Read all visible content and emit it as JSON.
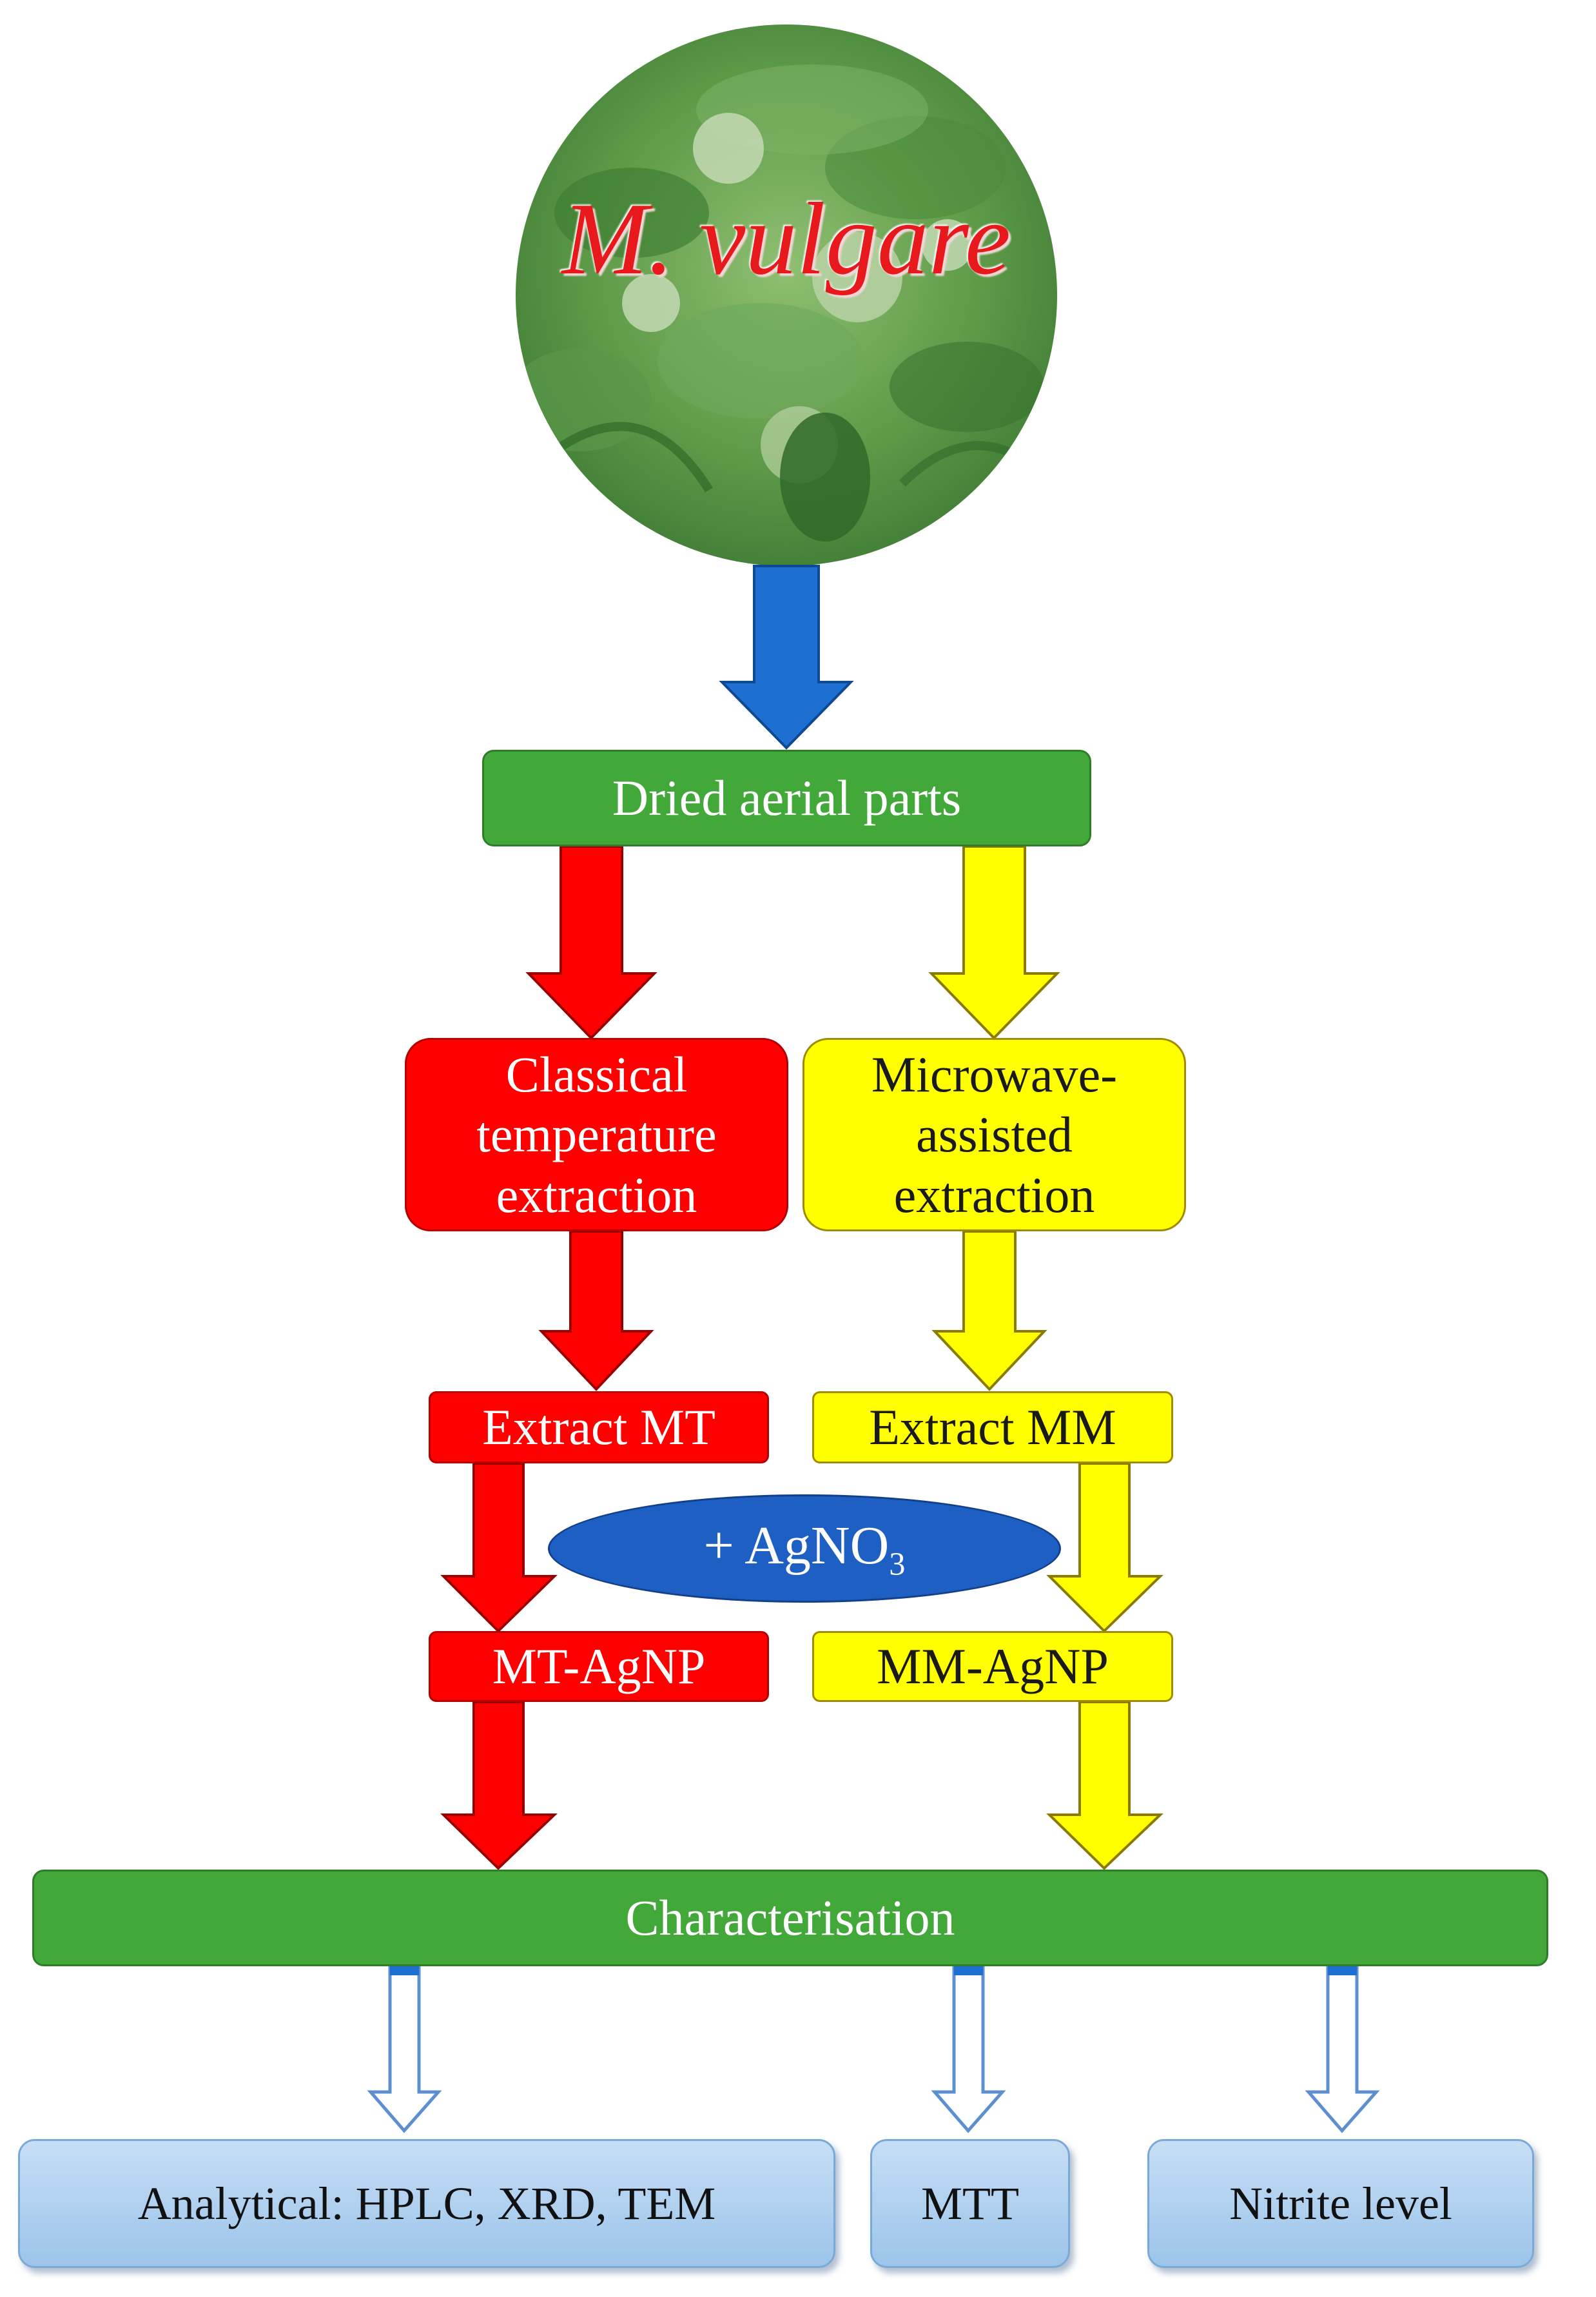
{
  "plant": {
    "name": "M. vulgare",
    "colors": {
      "label": "#e8191c",
      "foliage": "#4f8f3e"
    }
  },
  "steps": {
    "dried": "Dried aerial parts",
    "classical": [
      "Classical",
      "temperature",
      "extraction"
    ],
    "microwave": [
      "Microwave-",
      "assisted",
      "extraction"
    ],
    "extract_mt": "Extract MT",
    "extract_mm": "Extract MM",
    "reagent_prefix": "+ AgNO",
    "reagent_subscript": "3",
    "mt_agnp": "MT-AgNP",
    "mm_agnp": "MM-AgNP",
    "characterisation": "Characterisation"
  },
  "outputs": {
    "analytical": "Analytical:  HPLC, XRD, TEM",
    "mtt": "MTT",
    "nitrite": "Nitrite level"
  },
  "colors": {
    "green": "#43a83a",
    "red": "#ff0000",
    "yellow": "#ffff00",
    "blue": "#1d5fc2",
    "output_blue": "#b5d3f1"
  }
}
